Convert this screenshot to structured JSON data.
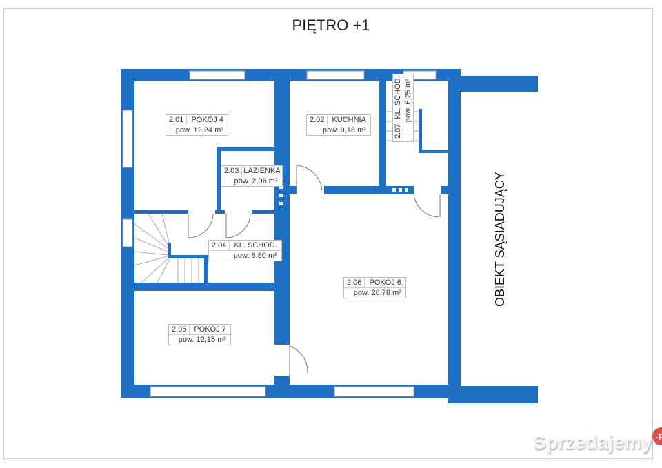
{
  "title": "PIĘTRO +1",
  "wall_color": "#1f6fc4",
  "rooms": [
    {
      "num": "2.01",
      "name": "POKÓJ 4",
      "area": "pow. 12,24 m²"
    },
    {
      "num": "2.02",
      "name": "KUCHNIA",
      "area": "pow. 9,18 m²"
    },
    {
      "num": "2.03",
      "name": "ŁAZIENKA",
      "area": "pow. 2,96 m²"
    },
    {
      "num": "2.04",
      "name": "KL. SCHOD.",
      "area": "pow. 8,80 m²"
    },
    {
      "num": "2.05",
      "name": "POKÓJ 7",
      "area": "pow. 12,15 m²"
    },
    {
      "num": "2.06",
      "name": "POKÓJ 6",
      "area": "pow. 26,78 m²"
    },
    {
      "num": "2.07",
      "name": "KL. SCHOD.",
      "area": "pow. 6,25 m²"
    }
  ],
  "neighbor_label": "OBIEKT SĄSIADUJĄCY",
  "watermark": "Sprzedajemy.pl"
}
